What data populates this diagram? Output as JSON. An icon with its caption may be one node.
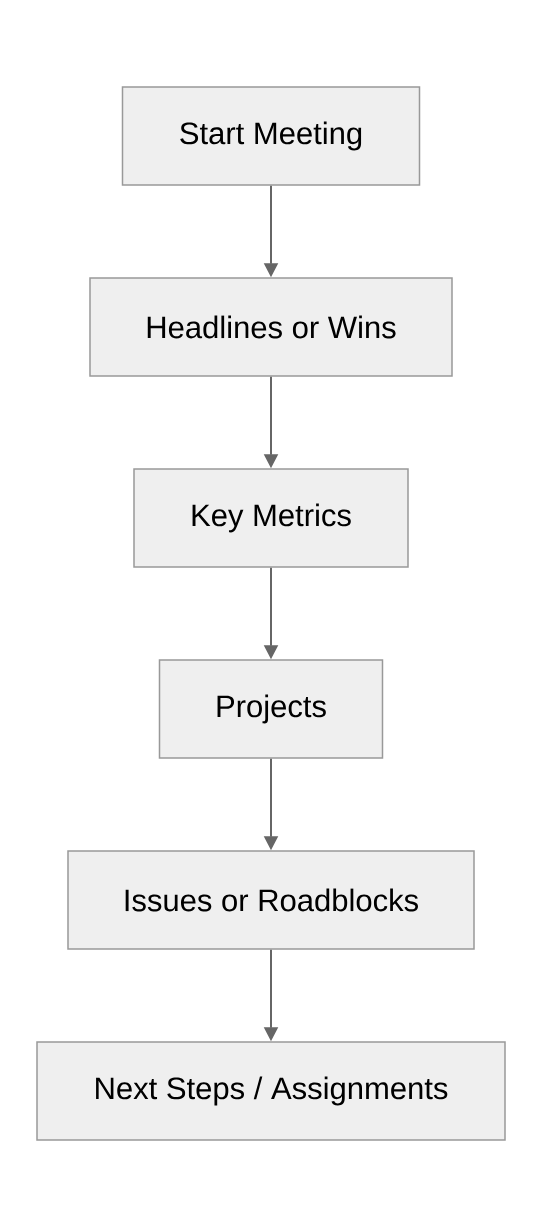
{
  "diagram": {
    "nodes": [
      {
        "text": [
          "Start Meeting"
        ]
      },
      {
        "text": [
          "Headlines or Wins"
        ]
      },
      {
        "text": [
          "Key Metrics"
        ]
      },
      {
        "text": [
          "Projects"
        ]
      },
      {
        "text": [
          "Issues or Roadblocks"
        ]
      },
      {
        "text": [
          "Next Steps / Assignments"
        ]
      }
    ],
    "edges": [
      {
        "from": 0,
        "to": 1,
        "arrow": "to"
      },
      {
        "from": 1,
        "to": 2,
        "arrow": "to"
      },
      {
        "from": 2,
        "to": 3,
        "arrow": "to"
      },
      {
        "from": 3,
        "to": 4,
        "arrow": "to"
      },
      {
        "from": 4,
        "to": 5,
        "arrow": "to"
      }
    ]
  }
}
